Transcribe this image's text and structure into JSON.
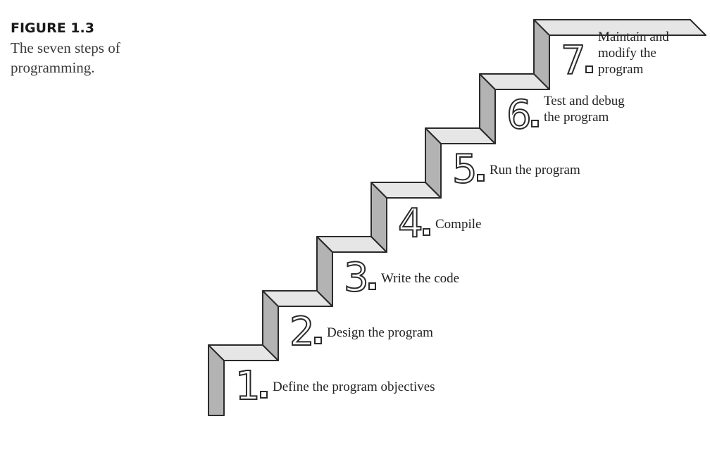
{
  "figure": {
    "label": "FIGURE 1.3",
    "caption_line1": "The seven steps of",
    "caption_line2": "programming."
  },
  "colors": {
    "tread": "#e6e6e6",
    "riser": "#b3b3b3",
    "outline": "#2b2b2b",
    "numeral_fill": "#ffffff"
  },
  "steps": [
    {
      "number": "1",
      "label_lines": [
        "Define the program objectives"
      ]
    },
    {
      "number": "2",
      "label_lines": [
        "Design the program"
      ]
    },
    {
      "number": "3",
      "label_lines": [
        "Write the code"
      ]
    },
    {
      "number": "4",
      "label_lines": [
        "Compile"
      ]
    },
    {
      "number": "5",
      "label_lines": [
        "Run the program"
      ]
    },
    {
      "number": "6",
      "label_lines": [
        "Test and debug",
        "the program"
      ]
    },
    {
      "number": "7",
      "label_lines": [
        "Maintain and",
        "modify the",
        "program"
      ]
    }
  ]
}
